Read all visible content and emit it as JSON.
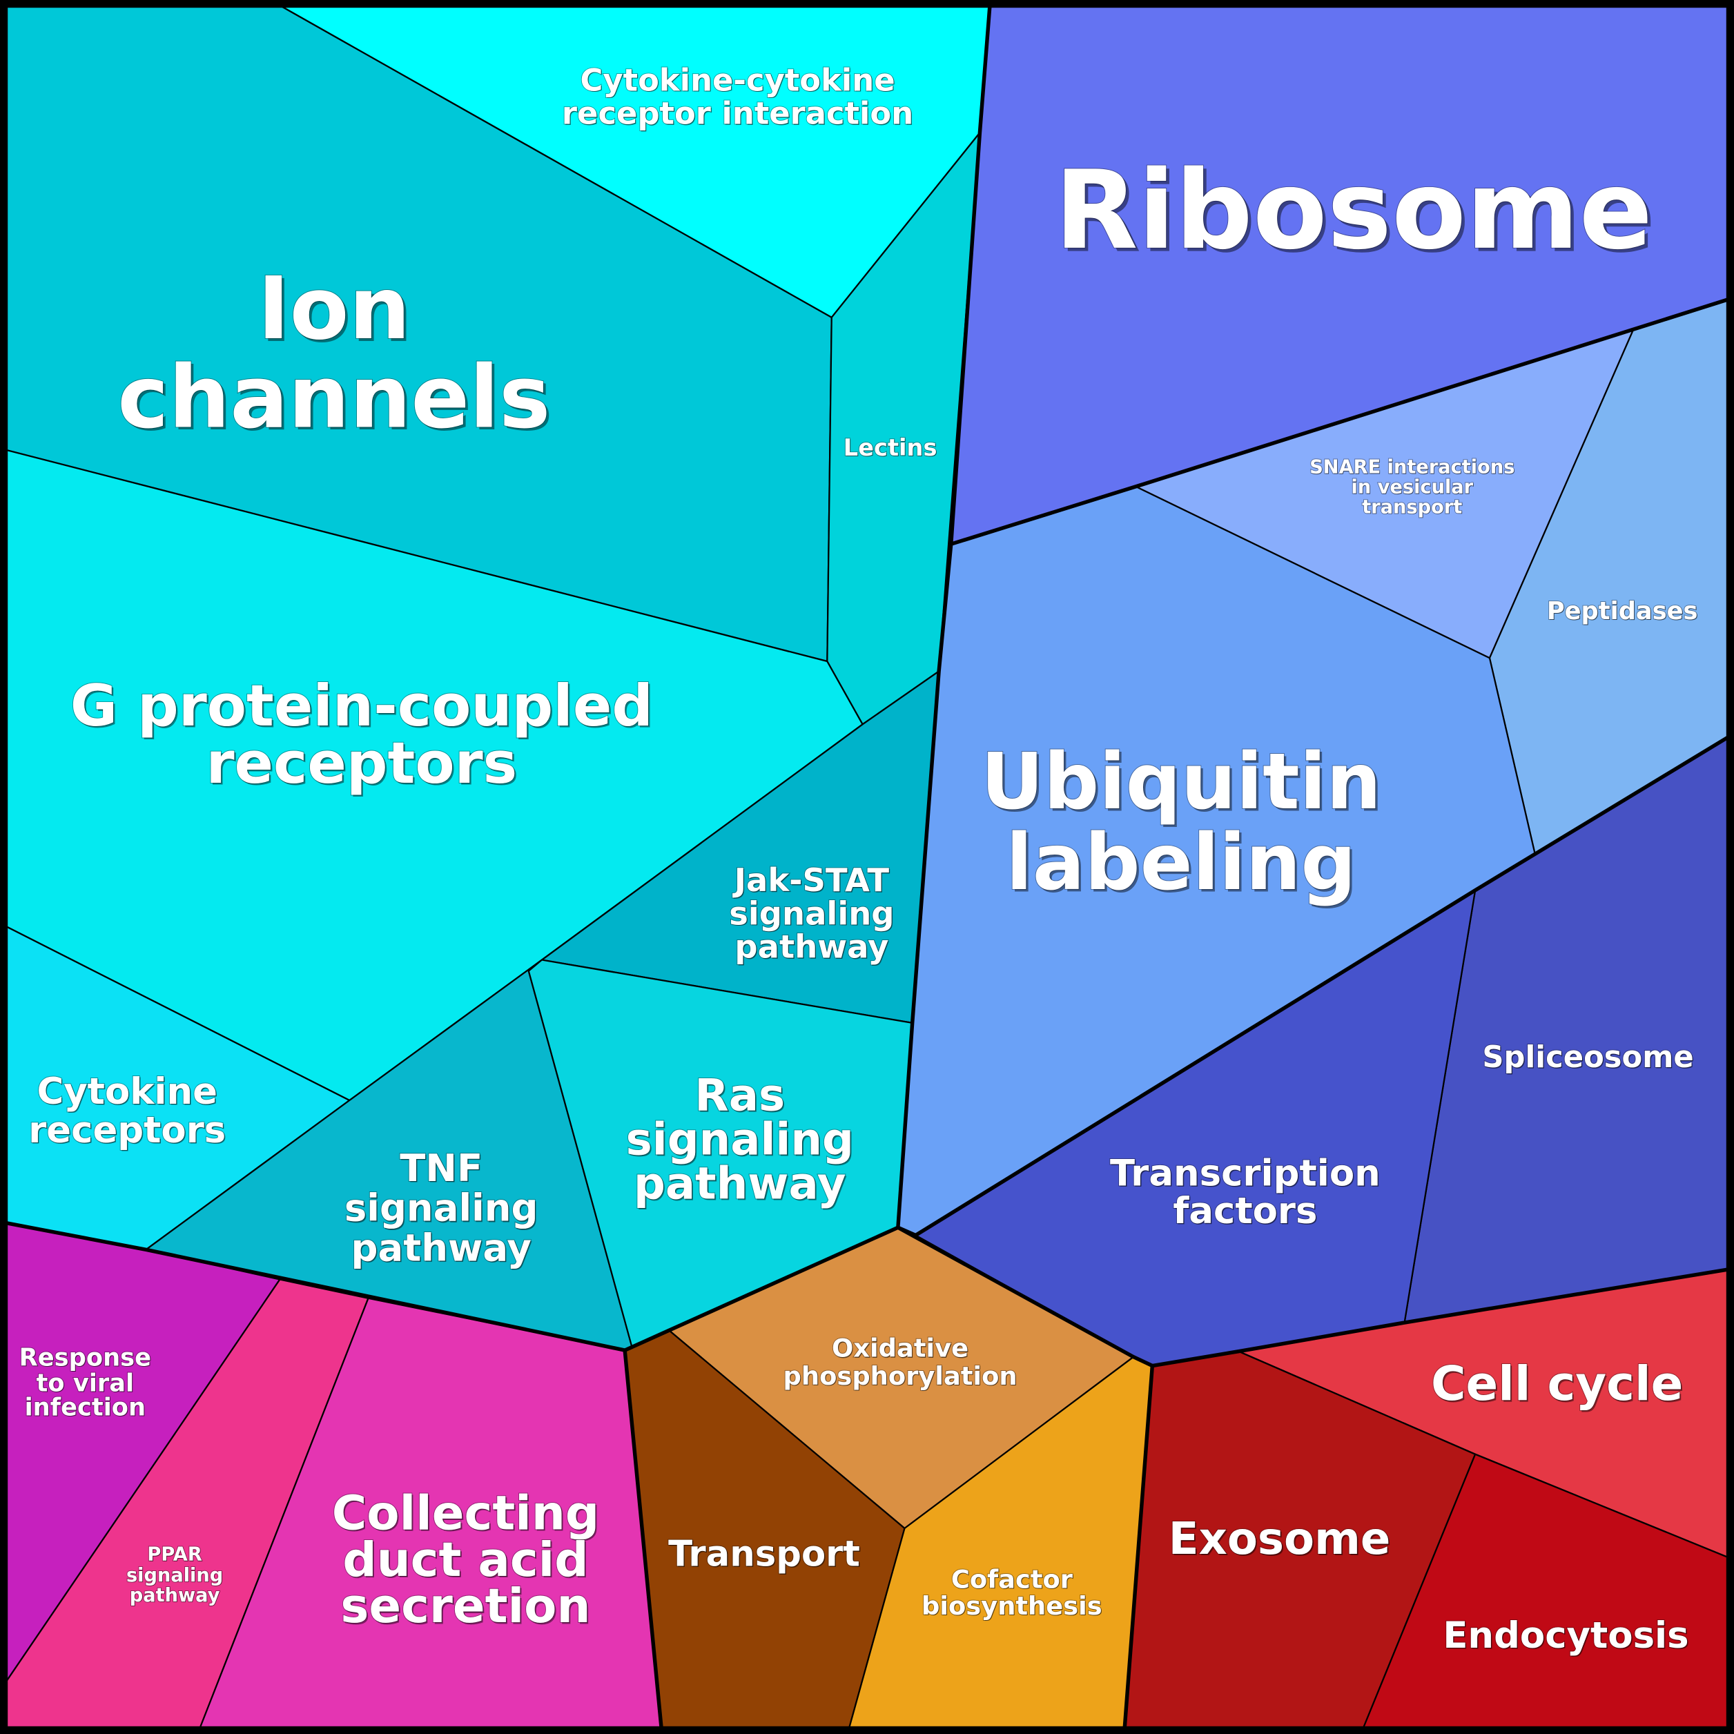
{
  "title": "Voronoi treemap of pathway categories",
  "chart_data": {
    "type": "voronoi-treemap",
    "groups": [
      {
        "name": "cyan-group",
        "cells": [
          {
            "id": "ion-channels",
            "label": [
              "Ion",
              "channels"
            ],
            "color": "#00C8D8",
            "size": 84
          },
          {
            "id": "cytokine-cytokine",
            "label": [
              "Cytokine-cytokine",
              "receptor interaction"
            ],
            "color": "#00FFFF",
            "size": 30
          },
          {
            "id": "lectins",
            "label": [
              "Lectins"
            ],
            "color": "#00D3DB",
            "size": 20
          },
          {
            "id": "gpcr",
            "label": [
              "G protein-coupled",
              "receptors"
            ],
            "color": "#04EAF0",
            "size": 52
          },
          {
            "id": "jak-stat",
            "label": [
              "Jak-STAT",
              "signaling",
              "pathway"
            ],
            "color": "#00B3CA",
            "size": 28
          },
          {
            "id": "cytokine-receptors",
            "label": [
              "Cytokine",
              "receptors"
            ],
            "color": "#0BE1F5",
            "size": 28
          },
          {
            "id": "tnf",
            "label": [
              "TNF",
              "signaling",
              "pathway"
            ],
            "color": "#08B7CD",
            "size": 30
          },
          {
            "id": "ras",
            "label": [
              "Ras",
              "signaling",
              "pathway"
            ],
            "color": "#07D5E0",
            "size": 36
          }
        ]
      },
      {
        "name": "blue-group",
        "cells": [
          {
            "id": "ribosome",
            "label": [
              "Ribosome"
            ],
            "color": "#6473F2",
            "size": 100
          },
          {
            "id": "snare",
            "label": [
              "SNARE interactions",
              "in vesicular",
              "transport"
            ],
            "color": "#88ADFC",
            "size": 14
          },
          {
            "id": "peptidases",
            "label": [
              "Peptidases"
            ],
            "color": "#7DB5F3",
            "size": 20
          },
          {
            "id": "ubiquitin",
            "label": [
              "Ubiquitin",
              "labeling"
            ],
            "color": "#6AA1F7",
            "size": 64
          },
          {
            "id": "spliceosome",
            "label": [
              "Spliceosome"
            ],
            "color": "#4752C4",
            "size": 26
          },
          {
            "id": "transcription-factors",
            "label": [
              "Transcription",
              "factors"
            ],
            "color": "#4653CC",
            "size": 32
          }
        ]
      },
      {
        "name": "magenta-group",
        "cells": [
          {
            "id": "response-viral",
            "label": [
              "Response",
              "to viral",
              "infection"
            ],
            "color": "#C620BE",
            "size": 22
          },
          {
            "id": "ppar",
            "label": [
              "PPAR",
              "signaling",
              "pathway"
            ],
            "color": "#EE348D",
            "size": 14
          },
          {
            "id": "collecting-duct",
            "label": [
              "Collecting",
              "duct acid",
              "secretion"
            ],
            "color": "#E435B2",
            "size": 40
          }
        ]
      },
      {
        "name": "orange-group",
        "cells": [
          {
            "id": "oxidative",
            "label": [
              "Oxidative",
              "phosphorylation"
            ],
            "color": "#DA9043",
            "size": 22
          },
          {
            "id": "transport",
            "label": [
              "Transport"
            ],
            "color": "#924204",
            "size": 28
          },
          {
            "id": "cofactor",
            "label": [
              "Cofactor",
              "biosynthesis"
            ],
            "color": "#EDA31A",
            "size": 22
          }
        ]
      },
      {
        "name": "red-group",
        "cells": [
          {
            "id": "cell-cycle",
            "label": [
              "Cell cycle"
            ],
            "color": "#E53845",
            "size": 38
          },
          {
            "id": "exosome",
            "label": [
              "Exosome"
            ],
            "color": "#B21515",
            "size": 40
          },
          {
            "id": "endocytosis",
            "label": [
              "Endocytosis"
            ],
            "color": "#C00915",
            "size": 34
          }
        ]
      }
    ]
  }
}
